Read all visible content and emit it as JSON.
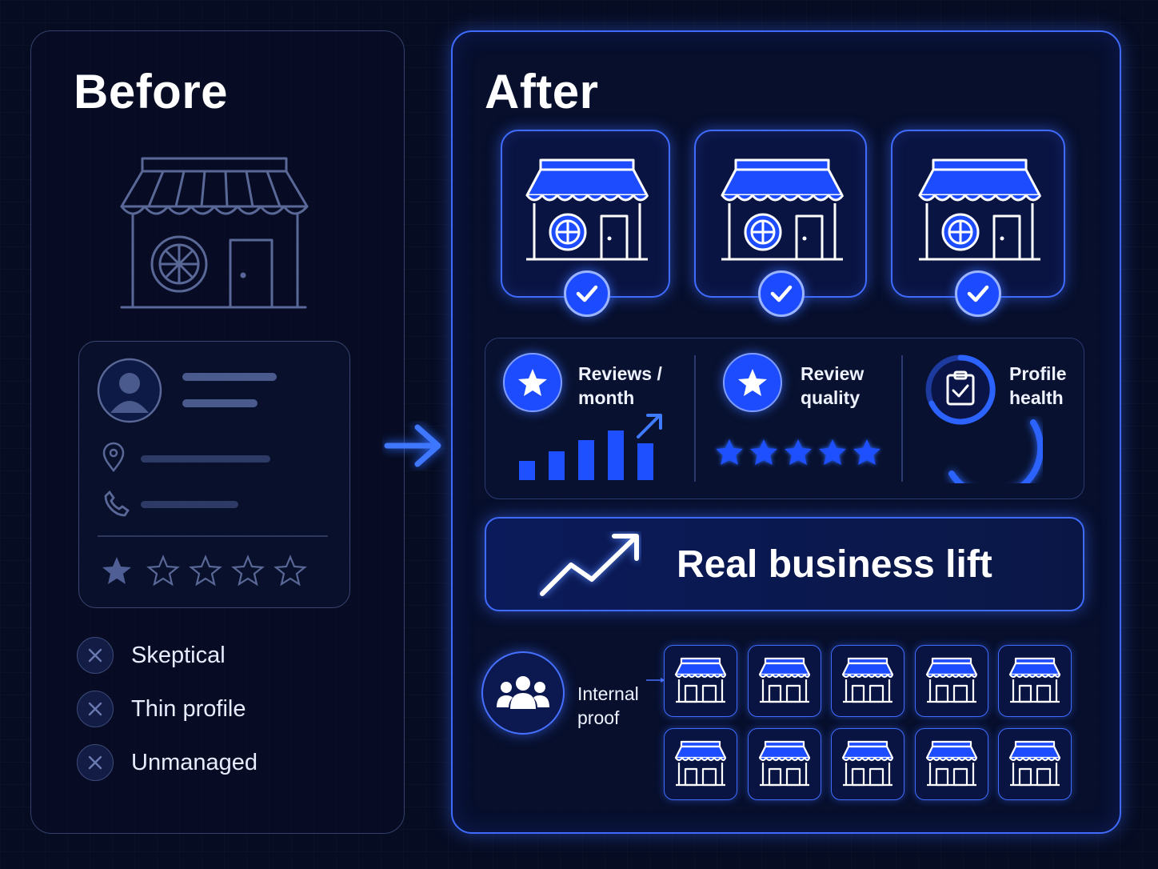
{
  "before": {
    "title": "Before",
    "issues": [
      "Skeptical",
      "Thin profile",
      "Unmanaged"
    ],
    "rating_filled": 1,
    "rating_total": 5
  },
  "after": {
    "title": "After",
    "verified_locations": 3,
    "metrics": {
      "reviews": {
        "label_line1": "Reviews /",
        "label_line2": "month"
      },
      "quality": {
        "label_line1": "Review",
        "label_line2": "quality",
        "stars": 5
      },
      "health": {
        "label_line1": "Profile",
        "label_line2": "health"
      }
    },
    "lift_label": "Real business lift",
    "proof": {
      "label_line1": "Internal",
      "label_line2": "proof",
      "location_count": 10
    }
  },
  "colors": {
    "background": "#060c22",
    "accent": "#1d4cff",
    "glow": "#3f6cff",
    "muted_outline": "#5a6898"
  },
  "icons": [
    "storefront-icon",
    "user-avatar-icon",
    "location-pin-icon",
    "phone-icon",
    "star-icon",
    "close-icon",
    "arrow-right-icon",
    "check-icon",
    "bar-chart-icon",
    "clipboard-check-icon",
    "trend-up-icon",
    "people-group-icon"
  ]
}
